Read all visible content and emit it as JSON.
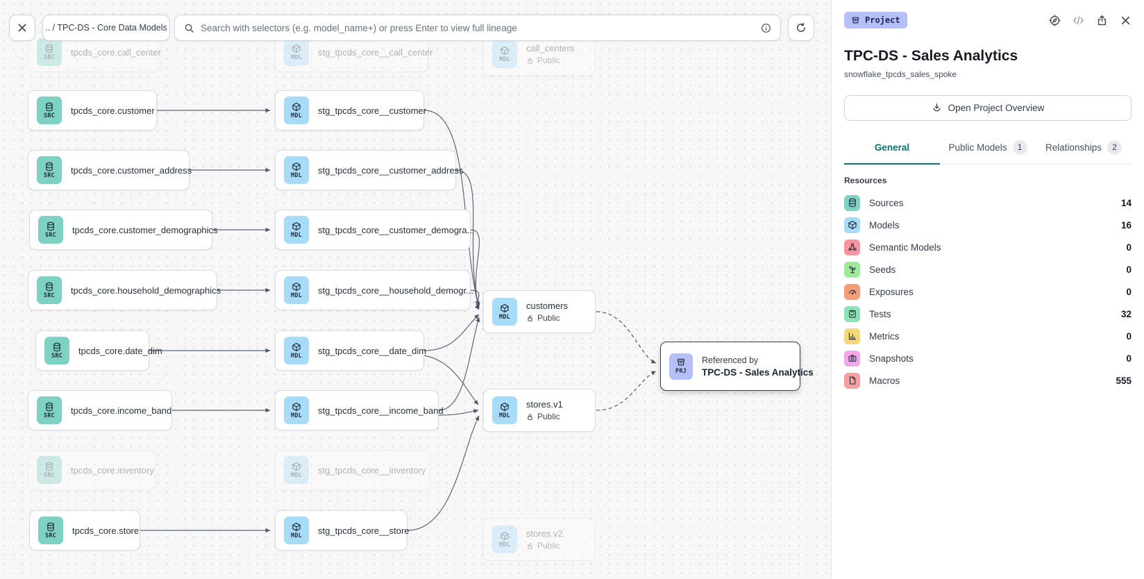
{
  "toolbar": {
    "breadcrumb": ".. / TPC-DS - Core Data Models",
    "search_placeholder": "Search with selectors (e.g. model_name+) or press Enter to view full lineage",
    "icons": [
      "close-icon",
      "search-icon",
      "info-icon",
      "refresh-icon"
    ]
  },
  "graph": {
    "badges": {
      "src": "SRC",
      "mdl": "MDL",
      "prj": "PRJ"
    },
    "sources": [
      {
        "label": "tpcds_core.call_center"
      },
      {
        "label": "tpcds_core.customer"
      },
      {
        "label": "tpcds_core.customer_address"
      },
      {
        "label": "tpcds_core.customer_demographics"
      },
      {
        "label": "tpcds_core.household_demographics"
      },
      {
        "label": "tpcds_core.date_dim"
      },
      {
        "label": "tpcds_core.income_band"
      },
      {
        "label": "tpcds_core.inventory"
      },
      {
        "label": "tpcds_core.store"
      }
    ],
    "staging_models": [
      {
        "label": "stg_tpcds_core__call_center"
      },
      {
        "label": "stg_tpcds_core__customer"
      },
      {
        "label": "stg_tpcds_core__customer_address"
      },
      {
        "label": "stg_tpcds_core__customer_demogra..."
      },
      {
        "label": "stg_tpcds_core__household_demogr..."
      },
      {
        "label": "stg_tpcds_core__date_dim"
      },
      {
        "label": "stg_tpcds_core__income_band"
      },
      {
        "label": "stg_tpcds_core__inventory"
      },
      {
        "label": "stg_tpcds_core__store"
      }
    ],
    "public_models": [
      {
        "label": "call_centers",
        "access": "Public"
      },
      {
        "label": "customers",
        "access": "Public"
      },
      {
        "label": "stores.v1",
        "access": "Public"
      },
      {
        "label": "stores.v2",
        "access": "Public"
      }
    ],
    "project_node": {
      "kicker": "Referenced by",
      "label": "TPC-DS - Sales Analytics"
    }
  },
  "panel": {
    "type_badge": "Project",
    "header_icons": [
      "focus-lineage-icon",
      "code-icon",
      "share-icon",
      "close-icon"
    ],
    "title": "TPC-DS - Sales Analytics",
    "subtitle": "snowflake_tpcds_sales_spoke",
    "overview_button": "Open Project Overview",
    "tabs": [
      {
        "label": "General",
        "active": true
      },
      {
        "label": "Public Models",
        "badge": "1"
      },
      {
        "label": "Relationships",
        "badge": "2"
      }
    ],
    "section_title": "Resources",
    "resources": [
      {
        "label": "Sources",
        "count": "14",
        "color": "#7ed1c3",
        "icon": "database-icon"
      },
      {
        "label": "Models",
        "count": "16",
        "color": "#a7dbf8",
        "icon": "cube-icon"
      },
      {
        "label": "Semantic Models",
        "count": "0",
        "color": "#f8949e",
        "icon": "graph-nodes-icon"
      },
      {
        "label": "Seeds",
        "count": "0",
        "color": "#9fe99b",
        "icon": "seedling-icon"
      },
      {
        "label": "Exposures",
        "count": "0",
        "color": "#f89d79",
        "icon": "gauge-icon"
      },
      {
        "label": "Tests",
        "count": "32",
        "color": "#8be2b4",
        "icon": "clipboard-check-icon"
      },
      {
        "label": "Metrics",
        "count": "0",
        "color": "#f6d77b",
        "icon": "bar-chart-icon"
      },
      {
        "label": "Snapshots",
        "count": "0",
        "color": "#f2a6ec",
        "icon": "camera-icon"
      },
      {
        "label": "Macros",
        "count": "555",
        "color": "#f89f9f",
        "icon": "file-icon"
      }
    ]
  }
}
